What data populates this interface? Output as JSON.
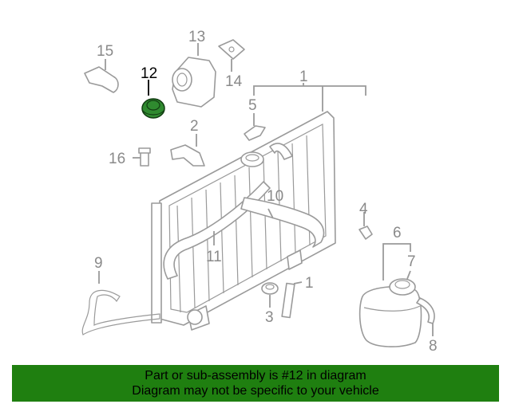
{
  "diagram": {
    "highlighted_part": "12",
    "callouts": {
      "c1a": "1",
      "c1b": "1",
      "c2": "2",
      "c3": "3",
      "c4": "4",
      "c5": "5",
      "c6": "6",
      "c7": "7",
      "c8": "8",
      "c9": "9",
      "c10": "10",
      "c11": "11",
      "c12": "12",
      "c13": "13",
      "c14": "14",
      "c15": "15",
      "c16": "16"
    },
    "colors": {
      "highlight_part": "#2f8a2f",
      "banner": "#1f7f10",
      "linework": "#9a9a9a"
    }
  },
  "banner": {
    "line1": "Part or sub-assembly is #12 in diagram",
    "line2": "Diagram may not be specific to your vehicle"
  }
}
